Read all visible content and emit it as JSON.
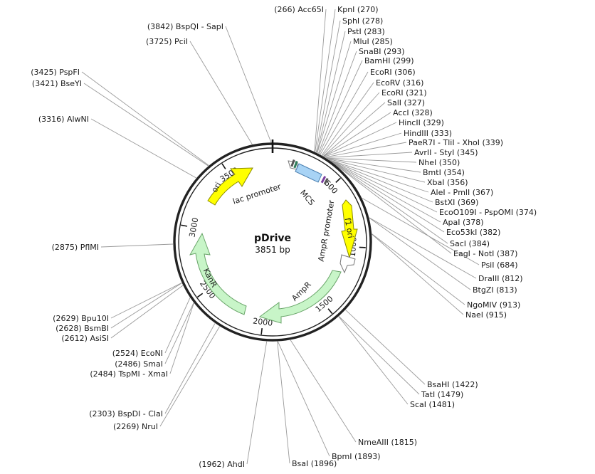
{
  "plasmid": {
    "name": "pDrive",
    "size_text": "3851 bp",
    "length": 3851
  },
  "ticks": [
    {
      "bp": 500,
      "label": "500"
    },
    {
      "bp": 1000,
      "label": "1000"
    },
    {
      "bp": 1500,
      "label": "1500"
    },
    {
      "bp": 2000,
      "label": "2000"
    },
    {
      "bp": 2500,
      "label": "2500"
    },
    {
      "bp": 3000,
      "label": "3000"
    },
    {
      "bp": 3500,
      "label": "3500"
    }
  ],
  "features": [
    {
      "name": "f1 ori",
      "color": "#ffff00",
      "stroke": "#8a8a00"
    },
    {
      "name": "AmpR promoter",
      "color": "#ffffff",
      "stroke": "#777777"
    },
    {
      "name": "AmpR",
      "color": "#c8f5c8",
      "stroke": "#6aa56a"
    },
    {
      "name": "KanR",
      "color": "#c8f5c8",
      "stroke": "#6aa56a"
    },
    {
      "name": "ori",
      "color": "#ffff00",
      "stroke": "#8a8a00"
    },
    {
      "name": "lac promoter",
      "color": "#ffffff",
      "stroke": "#777777"
    },
    {
      "name": "MCS",
      "color": "#a8d3f5",
      "stroke": "#4a7fb0"
    }
  ],
  "sites": {
    "top": [
      {
        "text": "(266)  Acc65I",
        "bp": 266
      }
    ],
    "right": [
      {
        "text": "KpnI  (270)",
        "bp": 270
      },
      {
        "text": "SphI  (278)",
        "bp": 278
      },
      {
        "text": "PstI  (283)",
        "bp": 283
      },
      {
        "text": "MluI  (285)",
        "bp": 285
      },
      {
        "text": "SnaBI  (293)",
        "bp": 293
      },
      {
        "text": "BamHI  (299)",
        "bp": 299
      },
      {
        "text": "EcoRI  (306)",
        "bp": 306
      },
      {
        "text": "EcoRV  (316)",
        "bp": 316
      },
      {
        "text": "EcoRI  (321)",
        "bp": 321
      },
      {
        "text": "SalI  (327)",
        "bp": 327
      },
      {
        "text": "AccI  (328)",
        "bp": 328
      },
      {
        "text": "HincII  (329)",
        "bp": 329
      },
      {
        "text": "HindIII  (333)",
        "bp": 333
      },
      {
        "text": "PaeR7I - TliI - XhoI  (339)",
        "bp": 339
      },
      {
        "text": "AvrII - StyI  (345)",
        "bp": 345
      },
      {
        "text": "NheI  (350)",
        "bp": 350
      },
      {
        "text": "BmtI  (354)",
        "bp": 354
      },
      {
        "text": "XbaI  (356)",
        "bp": 356
      },
      {
        "text": "AleI - PmlI  (367)",
        "bp": 367
      },
      {
        "text": "BstXI  (369)",
        "bp": 369
      },
      {
        "text": "EcoO109I - PspOMI  (374)",
        "bp": 374
      },
      {
        "text": "ApaI  (378)",
        "bp": 378
      },
      {
        "text": "Eco53kI  (382)",
        "bp": 382
      },
      {
        "text": "SacI  (384)",
        "bp": 384
      },
      {
        "text": "EagI - NotI  (387)",
        "bp": 387
      },
      {
        "text": "PsiI  (684)",
        "bp": 684
      },
      {
        "text": "DraIII  (812)",
        "bp": 812
      },
      {
        "text": "BtgZI  (813)",
        "bp": 813
      },
      {
        "text": "NgoMIV  (913)",
        "bp": 913
      },
      {
        "text": "NaeI  (915)",
        "bp": 915
      },
      {
        "text": "BsaHI  (1422)",
        "bp": 1422
      },
      {
        "text": "TatI  (1479)",
        "bp": 1479
      },
      {
        "text": "ScaI  (1481)",
        "bp": 1481
      },
      {
        "text": "NmeAIII  (1815)",
        "bp": 1815
      },
      {
        "text": "BpmI  (1893)",
        "bp": 1893
      },
      {
        "text": "BsaI  (1896)",
        "bp": 1896
      }
    ],
    "left": [
      {
        "text": "(1962)  AhdI",
        "bp": 1962
      },
      {
        "text": "(2269)  NruI",
        "bp": 2269
      },
      {
        "text": "(2303)  BspDI - ClaI",
        "bp": 2303
      },
      {
        "text": "(2484)  TspMI - XmaI",
        "bp": 2484
      },
      {
        "text": "(2486)  SmaI",
        "bp": 2486
      },
      {
        "text": "(2524)  EcoNI",
        "bp": 2524
      },
      {
        "text": "(2612)  AsiSI",
        "bp": 2612
      },
      {
        "text": "(2628)  BsmBI",
        "bp": 2628
      },
      {
        "text": "(2629)  Bpu10I",
        "bp": 2629
      },
      {
        "text": "(2875)  PflMI",
        "bp": 2875
      },
      {
        "text": "(3316)  AlwNI",
        "bp": 3316
      },
      {
        "text": "(3421)  BseYI",
        "bp": 3421
      },
      {
        "text": "(3425)  PspFI",
        "bp": 3425
      },
      {
        "text": "(3725)  PciI",
        "bp": 3725
      },
      {
        "text": "(3842)  BspQI - SapI",
        "bp": 3842
      }
    ]
  }
}
